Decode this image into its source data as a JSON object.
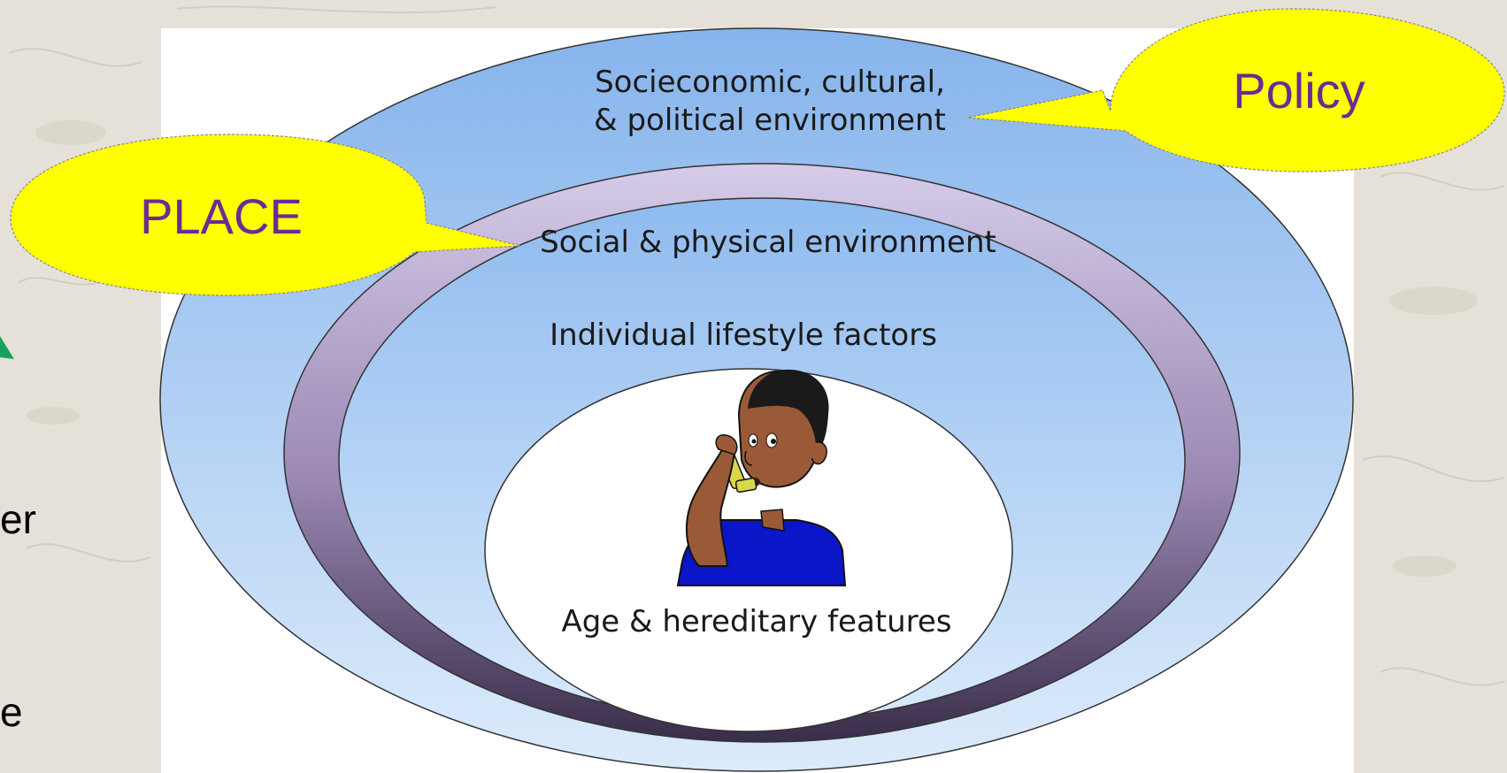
{
  "rings": {
    "outer_label_line1": "Socieconomic, cultural,",
    "outer_label_line2": "& political environment",
    "social_label": "Social & physical environment",
    "lifestyle_label": "Individual lifestyle factors",
    "core_label": "Age & hereditary features"
  },
  "callouts": {
    "policy": "Policy",
    "place": "PLACE"
  },
  "left_edge_fragments": [
    "er",
    "e"
  ],
  "colors": {
    "outer_ring": "#8fb9ee",
    "social_ring_top": "#d3c8e8",
    "social_ring_bottom": "#3f3250",
    "lifestyle_ring": "#a6c8f2",
    "callout_fill": "#ffff00",
    "callout_text": "#6a2c91",
    "arrow_fragment": "#1aa060"
  },
  "icons": {
    "figure": "child-using-inhaler-illustration"
  }
}
